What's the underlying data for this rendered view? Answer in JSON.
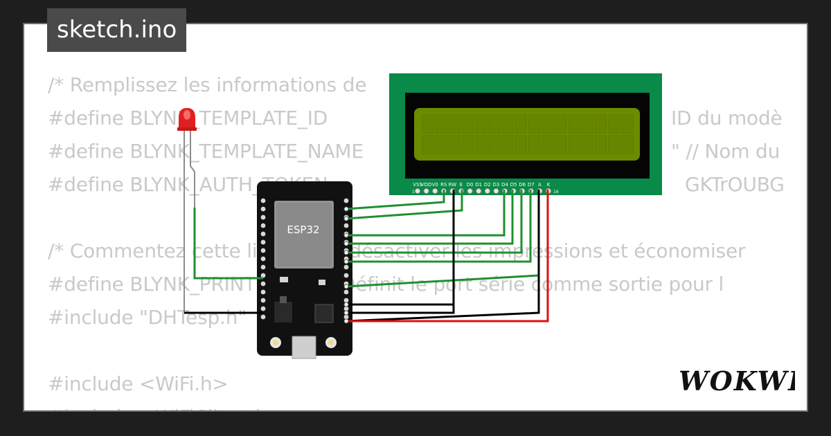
{
  "tab": {
    "filename": "sketch.ino"
  },
  "code_lines": [
    "/* Remplissez les informations de",
    "#define BLYNK_TEMPLATE_ID",
    "#define BLYNK_TEMPLATE_NAME",
    "#define BLYNK_AUTH_TOKEN",
    "",
    "/* Commentez cette ligne pour désactiver les impressions et économiser",
    "#define BLYNK_PRINT Serial // Définit le port série comme sortie pour l",
    "#include \"DHTesp.h\"",
    "",
    "#include <WiFi.h>",
    "#include <WiFiClient.h>"
  ],
  "code_fragments": {
    "template_id_comment": "ID du modèle",
    "template_name_comment": "\" // Nom du",
    "auth_token_tail": "GKTrOUBGIS"
  },
  "esp32": {
    "label": "ESP32"
  },
  "lcd": {
    "pin_labels": [
      "VSS",
      "VDD",
      "V0",
      "RS",
      "RW",
      "E",
      "D0",
      "D1",
      "D2",
      "D3",
      "D4",
      "D5",
      "D6",
      "D7",
      "A",
      "K"
    ],
    "pin_first": "1",
    "pin_last": "16"
  },
  "brand": {
    "logo": "WOKWI"
  },
  "colors": {
    "background": "#1e1e1e",
    "code_text": "#c9c9c9",
    "lcd_board": "#0a8a48",
    "lcd_screen": "#6b8b00",
    "wire_green": "#1f8f2f",
    "wire_black": "#000000",
    "wire_red": "#e01010",
    "led_red": "#e02020"
  }
}
